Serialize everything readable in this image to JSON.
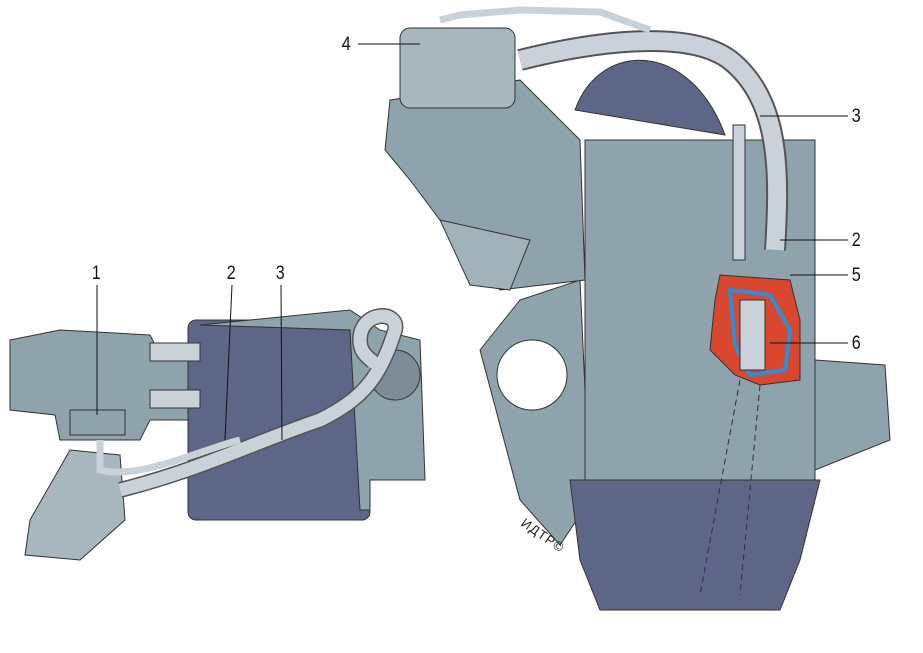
{
  "diagram": {
    "left_view": {
      "callouts": [
        {
          "label": "1",
          "part": "oil-separator"
        },
        {
          "label": "2",
          "part": "small-branch-hose"
        },
        {
          "label": "3",
          "part": "main-hose"
        }
      ]
    },
    "right_view": {
      "callouts": [
        {
          "label": "4",
          "part": "air-filter"
        },
        {
          "label": "3",
          "part": "main-hose"
        },
        {
          "label": "2",
          "part": "small-branch-hose"
        },
        {
          "label": "5",
          "part": "oil-separator-housing"
        },
        {
          "label": "6",
          "part": "oil-separator-section"
        }
      ]
    },
    "watermark": "ИДТР©",
    "colors": {
      "body": "#8fa3ad",
      "block": "#5e6687",
      "hose": "#c9d2d8",
      "section_red": "#d9472f",
      "section_blue": "#2f8fd6"
    }
  }
}
